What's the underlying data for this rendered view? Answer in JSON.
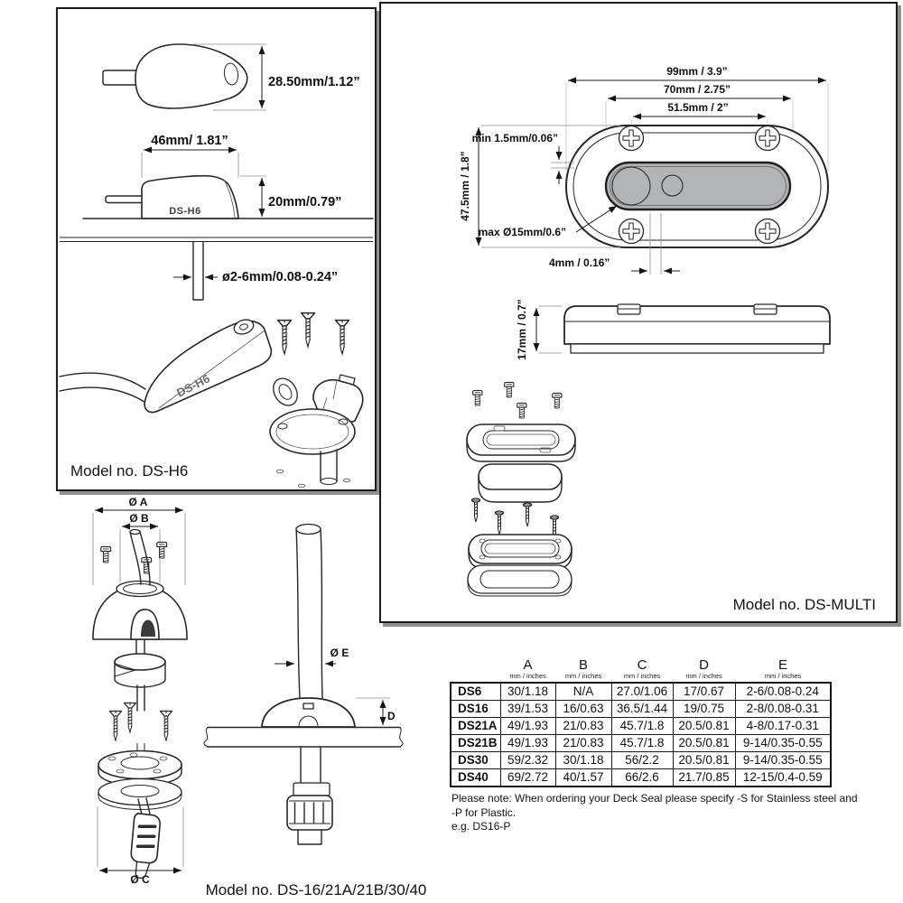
{
  "ds_h6": {
    "label": "Model no. DS-H6",
    "body_text": "DS-H6",
    "exploded_text": "DS-H6",
    "dim_top_height": "28.50mm/1.12”",
    "dim_width": "46mm/ 1.81”",
    "dim_side_height": "20mm/0.79”",
    "dim_cable": "ø2-6mm/0.08-0.24”"
  },
  "ds_multi": {
    "label": "Model no. DS-MULTI",
    "dim_overall_width": "99mm / 3.9”",
    "dim_fixing_width": "70mm / 2.75”",
    "dim_screw_centres": "51.5mm / 2”",
    "dim_min_gap": "min 1.5mm/0.06”",
    "dim_overall_depth": "47.5mm / 1.8”",
    "dim_max_cable": "max Ø15mm/0.6”",
    "dim_hole_gap": "4mm / 0.16”",
    "dim_height": "17mm / 0.7”"
  },
  "ds_range": {
    "label": "Model no. DS-16/21A/21B/30/40",
    "dim_a": "Ø A",
    "dim_b": "Ø B",
    "dim_c": "Ø C",
    "dim_d": "D",
    "dim_e": "Ø E"
  },
  "table": {
    "unit": "mm / inches",
    "col_a": "A",
    "col_b": "B",
    "col_c": "C",
    "col_d": "D",
    "col_e": "E",
    "rows": [
      {
        "model": "DS6",
        "a": "30/1.18",
        "b": "N/A",
        "c": "27.0/1.06",
        "d": "17/0.67",
        "e": "2-6/0.08-0.24"
      },
      {
        "model": "DS16",
        "a": "39/1.53",
        "b": "16/0.63",
        "c": "36.5/1.44",
        "d": "19/0.75",
        "e": "2-8/0.08-0.31"
      },
      {
        "model": "DS21A",
        "a": "49/1.93",
        "b": "21/0.83",
        "c": "45.7/1.8",
        "d": "20.5/0.81",
        "e": "4-8/0.17-0.31"
      },
      {
        "model": "DS21B",
        "a": "49/1.93",
        "b": "21/0.83",
        "c": "45.7/1.8",
        "d": "20.5/0.81",
        "e": "9-14/0.35-0.55"
      },
      {
        "model": "DS30",
        "a": "59/2.32",
        "b": "30/1.18",
        "c": "56/2.2",
        "d": "20.5/0.81",
        "e": "9-14/0.35-0.55"
      },
      {
        "model": "DS40",
        "a": "69/2.72",
        "b": "40/1.57",
        "c": "66/2.6",
        "d": "21.7/0.85",
        "e": "12-15/0.4-0.59"
      }
    ]
  },
  "note": {
    "line1": "Please note: When ordering your Deck Seal please specify -S for Stainless steel and -P for Plastic.",
    "line2": "e.g. DS16-P"
  },
  "colors": {
    "slot_gray": "#b2b4b6",
    "line": "#262626",
    "shadow_gray": "#8e8e8e"
  }
}
